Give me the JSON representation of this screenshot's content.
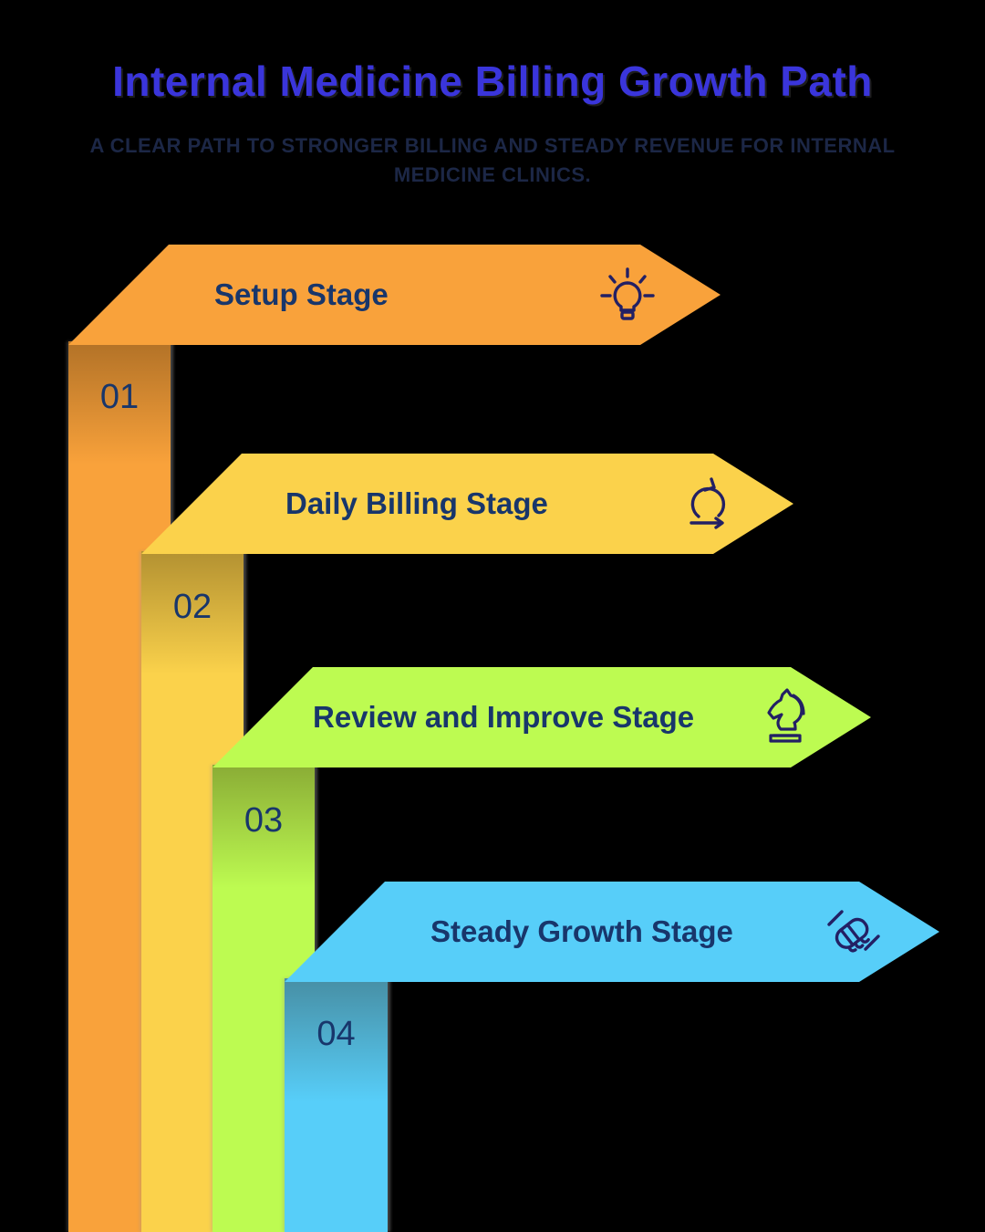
{
  "page": {
    "background": "#000000"
  },
  "header": {
    "title": "Internal Medicine Billing Growth Path",
    "title_color": "#3A35DB",
    "subtitle": "A CLEAR PATH TO STRONGER BILLING AND STEADY REVENUE FOR INTERNAL MEDICINE CLINICS.",
    "subtitle_color": "#1C2746"
  },
  "text_color": "#18366B",
  "icon_color": "#232064",
  "stages": [
    {
      "number": "01",
      "label": "Setup Stage",
      "color": "#F9A23B",
      "icon": "lightbulb-icon"
    },
    {
      "number": "02",
      "label": "Daily Billing Stage",
      "color": "#FBD24B",
      "icon": "iteration-icon"
    },
    {
      "number": "03",
      "label": "Review and Improve Stage",
      "color": "#BDFB51",
      "icon": "chess-knight-icon"
    },
    {
      "number": "04",
      "label": "Steady Growth Stage",
      "color": "#57CEF9",
      "icon": "handshake-icon"
    }
  ]
}
